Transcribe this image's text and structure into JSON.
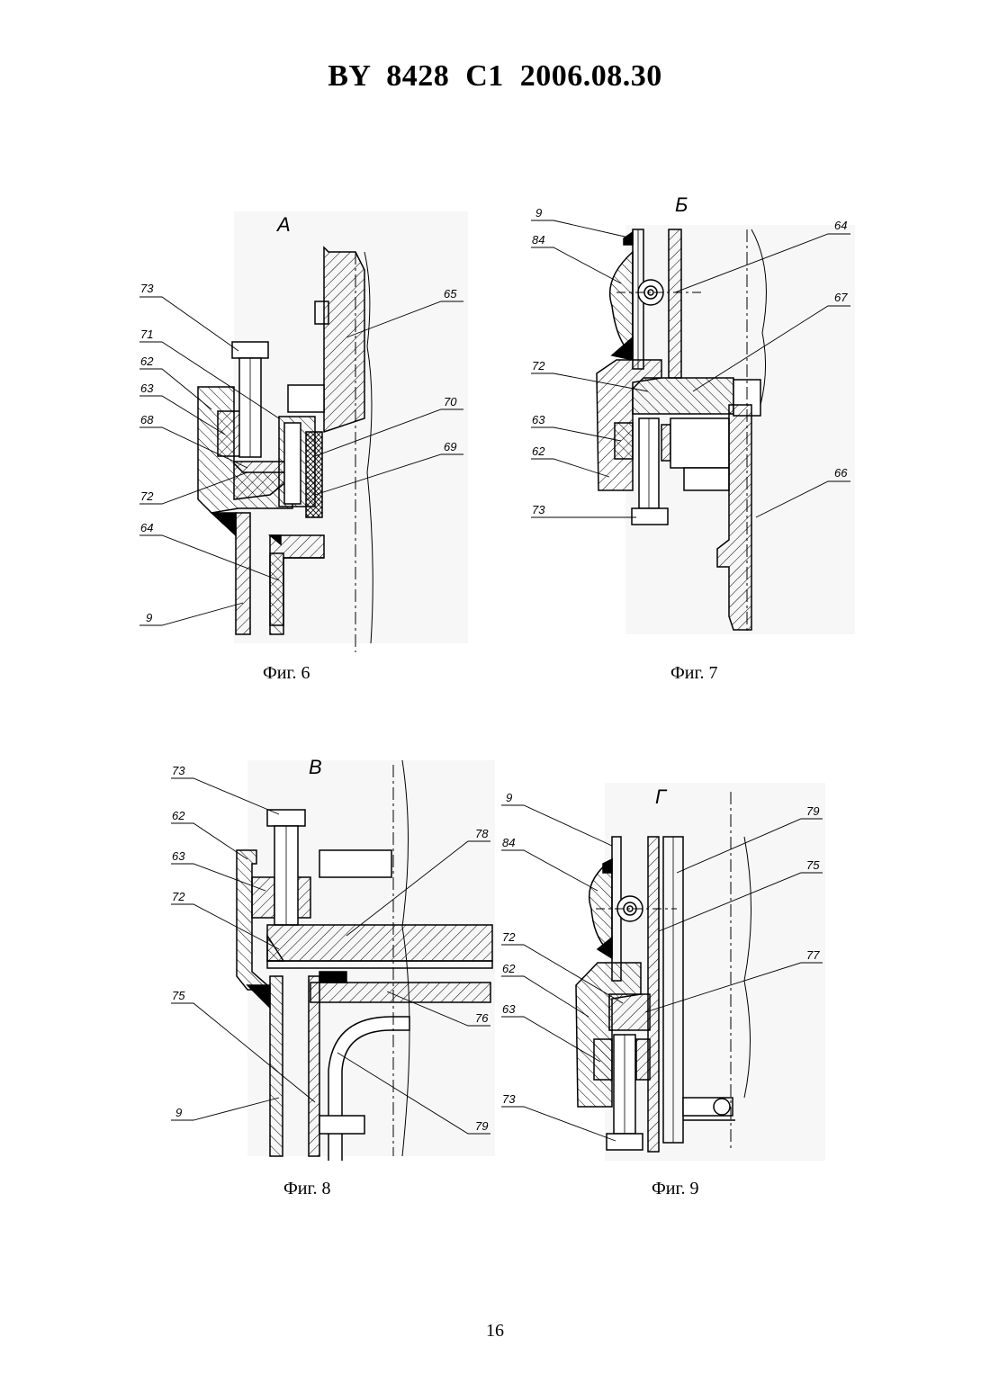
{
  "header": {
    "title": "BY  8428  C1  2006.08.30"
  },
  "page_number": "16",
  "figures": [
    {
      "view_letter": "А",
      "caption": "Фиг. 6",
      "callouts": [
        "73",
        "71",
        "62",
        "63",
        "68",
        "72",
        "64",
        "9",
        "65",
        "70",
        "69"
      ]
    },
    {
      "view_letter": "Б",
      "caption": "Фиг. 7",
      "callouts": [
        "9",
        "84",
        "72",
        "63",
        "62",
        "73",
        "64",
        "67",
        "66"
      ]
    },
    {
      "view_letter": "В",
      "caption": "Фиг. 8",
      "callouts": [
        "73",
        "62",
        "63",
        "72",
        "75",
        "9",
        "78",
        "76",
        "79"
      ]
    },
    {
      "view_letter": "Г",
      "caption": "Фиг. 9",
      "callouts": [
        "9",
        "84",
        "72",
        "62",
        "63",
        "73",
        "79",
        "75",
        "77"
      ]
    }
  ]
}
